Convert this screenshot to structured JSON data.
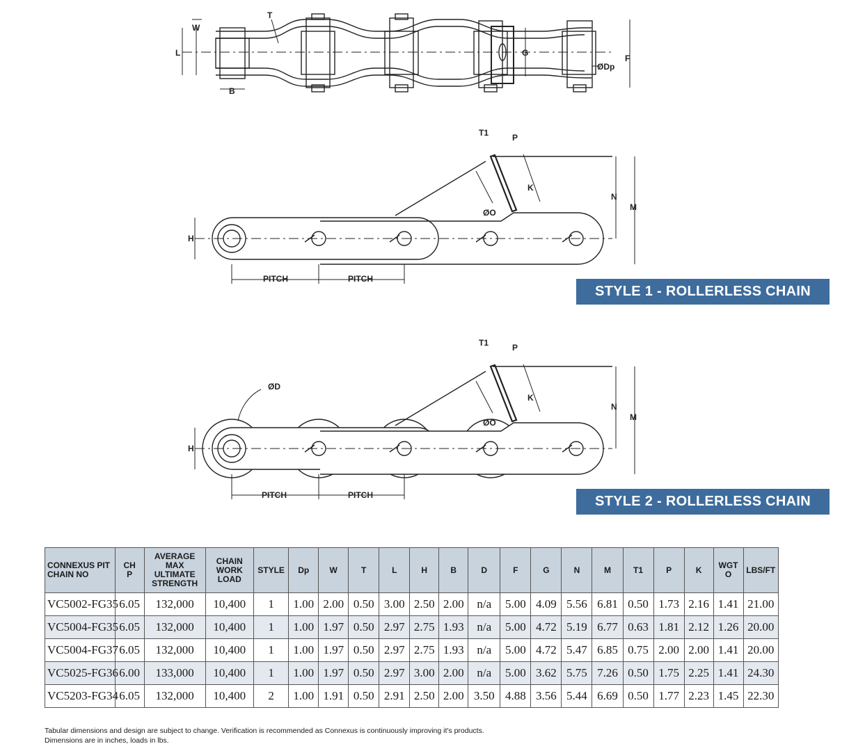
{
  "top_view": {
    "labels": {
      "w": "W",
      "t": "T",
      "l": "L",
      "b": "B",
      "g": "G",
      "dp": "ØDp",
      "f": "F"
    }
  },
  "style1": {
    "banner": "STYLE 1 - ROLLERLESS CHAIN",
    "labels": {
      "t1": "T1",
      "p": "P",
      "k": "K",
      "n": "N",
      "m": "M",
      "o": "ØO",
      "h": "H",
      "pitch": "PITCH"
    }
  },
  "style2": {
    "banner": "STYLE 2 - ROLLERLESS CHAIN",
    "labels": {
      "d": "ØD",
      "t1": "T1",
      "p": "P",
      "k": "K",
      "n": "N",
      "m": "M",
      "o": "ØO",
      "h": "H",
      "pitch": "PITCH"
    }
  },
  "table": {
    "headers": [
      [
        "CONNEXUS PIT",
        "CHAIN NO"
      ],
      [
        "CH",
        "P"
      ],
      [
        "AVERAGE MAX",
        "ULTIMATE",
        "STRENGTH"
      ],
      [
        "CHAIN",
        "WORK",
        "LOAD"
      ],
      [
        "STYLE"
      ],
      [
        "Dp"
      ],
      [
        "W"
      ],
      [
        "T"
      ],
      [
        "L"
      ],
      [
        "H"
      ],
      [
        "B"
      ],
      [
        "D"
      ],
      [
        "F"
      ],
      [
        "G"
      ],
      [
        "N"
      ],
      [
        "M"
      ],
      [
        "T1"
      ],
      [
        "P"
      ],
      [
        "K"
      ],
      [
        "WGT",
        "O"
      ],
      [
        "LBS/FT"
      ]
    ],
    "rows": [
      [
        "VC5002-FG35",
        "6.05",
        "132,000",
        "10,400",
        "1",
        "1.00",
        "2.00",
        "0.50",
        "3.00",
        "2.50",
        "2.00",
        "n/a",
        "5.00",
        "4.09",
        "5.56",
        "6.81",
        "0.50",
        "1.73",
        "2.16",
        "1.41",
        "21.00"
      ],
      [
        "VC5004-FG35",
        "6.05",
        "132,000",
        "10,400",
        "1",
        "1.00",
        "1.97",
        "0.50",
        "2.97",
        "2.75",
        "1.93",
        "n/a",
        "5.00",
        "4.72",
        "5.19",
        "6.77",
        "0.63",
        "1.81",
        "2.12",
        "1.26",
        "20.00"
      ],
      [
        "VC5004-FG37",
        "6.05",
        "132,000",
        "10,400",
        "1",
        "1.00",
        "1.97",
        "0.50",
        "2.97",
        "2.75",
        "1.93",
        "n/a",
        "5.00",
        "4.72",
        "5.47",
        "6.85",
        "0.75",
        "2.00",
        "2.00",
        "1.41",
        "20.00"
      ],
      [
        "VC5025-FG36",
        "6.00",
        "133,000",
        "10,400",
        "1",
        "1.00",
        "1.97",
        "0.50",
        "2.97",
        "3.00",
        "2.00",
        "n/a",
        "5.00",
        "3.62",
        "5.75",
        "7.26",
        "0.50",
        "1.75",
        "2.25",
        "1.41",
        "24.30"
      ],
      [
        "VC5203-FG34",
        "6.05",
        "132,000",
        "10,400",
        "2",
        "1.00",
        "1.91",
        "0.50",
        "2.91",
        "2.50",
        "2.00",
        "3.50",
        "4.88",
        "3.56",
        "5.44",
        "6.69",
        "0.50",
        "1.77",
        "2.23",
        "1.45",
        "22.30"
      ]
    ]
  },
  "footnote": {
    "line1": "Tabular dimensions and design are subject to change. Verification is recommended as Connexus is continuously improving it's products.",
    "line2": "Dimensions are in inches, loads in lbs."
  }
}
